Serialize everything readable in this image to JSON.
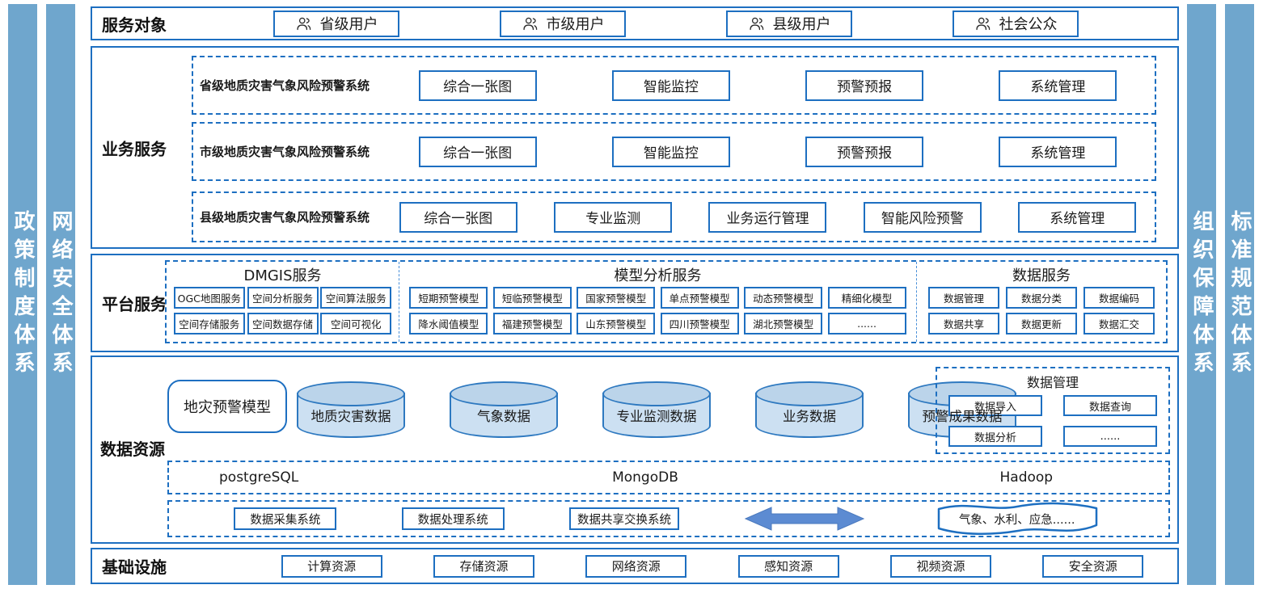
{
  "pillars": {
    "left": [
      {
        "label": "政策制度体系"
      },
      {
        "label": "网络安全体系"
      }
    ],
    "right": [
      {
        "label": "组织保障体系"
      },
      {
        "label": "标准规范体系"
      }
    ]
  },
  "service_objects": {
    "title": "服务对象",
    "users": [
      {
        "label": "省级用户"
      },
      {
        "label": "市级用户"
      },
      {
        "label": "县级用户"
      },
      {
        "label": "社会公众"
      }
    ]
  },
  "business_services": {
    "title": "业务服务",
    "systems": [
      {
        "name": "省级地质灾害气象风险预警系统",
        "modules": [
          "综合一张图",
          "智能监控",
          "预警预报",
          "系统管理"
        ]
      },
      {
        "name": "市级地质灾害气象风险预警系统",
        "modules": [
          "综合一张图",
          "智能监控",
          "预警预报",
          "系统管理"
        ]
      },
      {
        "name": "县级地质灾害气象风险预警系统",
        "modules": [
          "综合一张图",
          "专业监测",
          "业务运行管理",
          "智能风险预警",
          "系统管理"
        ]
      }
    ]
  },
  "platform_services": {
    "title": "平台服务",
    "groups": [
      {
        "name": "DMGIS服务",
        "row1": [
          "OGC地图服务",
          "空间分析服务",
          "空间算法服务"
        ],
        "row2": [
          "空间存储服务",
          "空间数据存储",
          "空间可视化"
        ]
      },
      {
        "name": "模型分析服务",
        "row1": [
          "短期预警模型",
          "短临预警模型",
          "国家预警模型",
          "单点预警模型",
          "动态预警模型",
          "精细化模型"
        ],
        "row2": [
          "降水阈值模型",
          "福建预警模型",
          "山东预警模型",
          "四川预警模型",
          "湖北预警模型",
          "......"
        ]
      },
      {
        "name": "数据服务",
        "row1": [
          "数据管理",
          "数据分类",
          "数据编码"
        ],
        "row2": [
          "数据共享",
          "数据更新",
          "数据汇交"
        ]
      }
    ]
  },
  "data_resources": {
    "title": "数据资源",
    "model_box": "地灾预警模型",
    "cylinders": [
      "地质灾害数据",
      "气象数据",
      "专业监测数据",
      "业务数据",
      "预警成果数据"
    ],
    "data_management": {
      "title": "数据管理",
      "items": [
        "数据导入",
        "数据查询",
        "数据分析",
        "......"
      ]
    },
    "databases": [
      "postgreSQL",
      "MongoDB",
      "Hadoop"
    ],
    "pipeline_systems": [
      "数据采集系统",
      "数据处理系统",
      "数据共享交换系统"
    ],
    "external_label": "气象、水利、应急......"
  },
  "infrastructure": {
    "title": "基础设施",
    "resources": [
      "计算资源",
      "存储资源",
      "网络资源",
      "感知资源",
      "视频资源",
      "安全资源"
    ]
  },
  "colors": {
    "border_blue": "#1D6FC1",
    "pillar_blue": "#6FA6CD",
    "cylinder_fill": "#CCE0F2",
    "cylinder_top": "#BBD4EA",
    "arrow_blue": "#5C8BD2"
  }
}
